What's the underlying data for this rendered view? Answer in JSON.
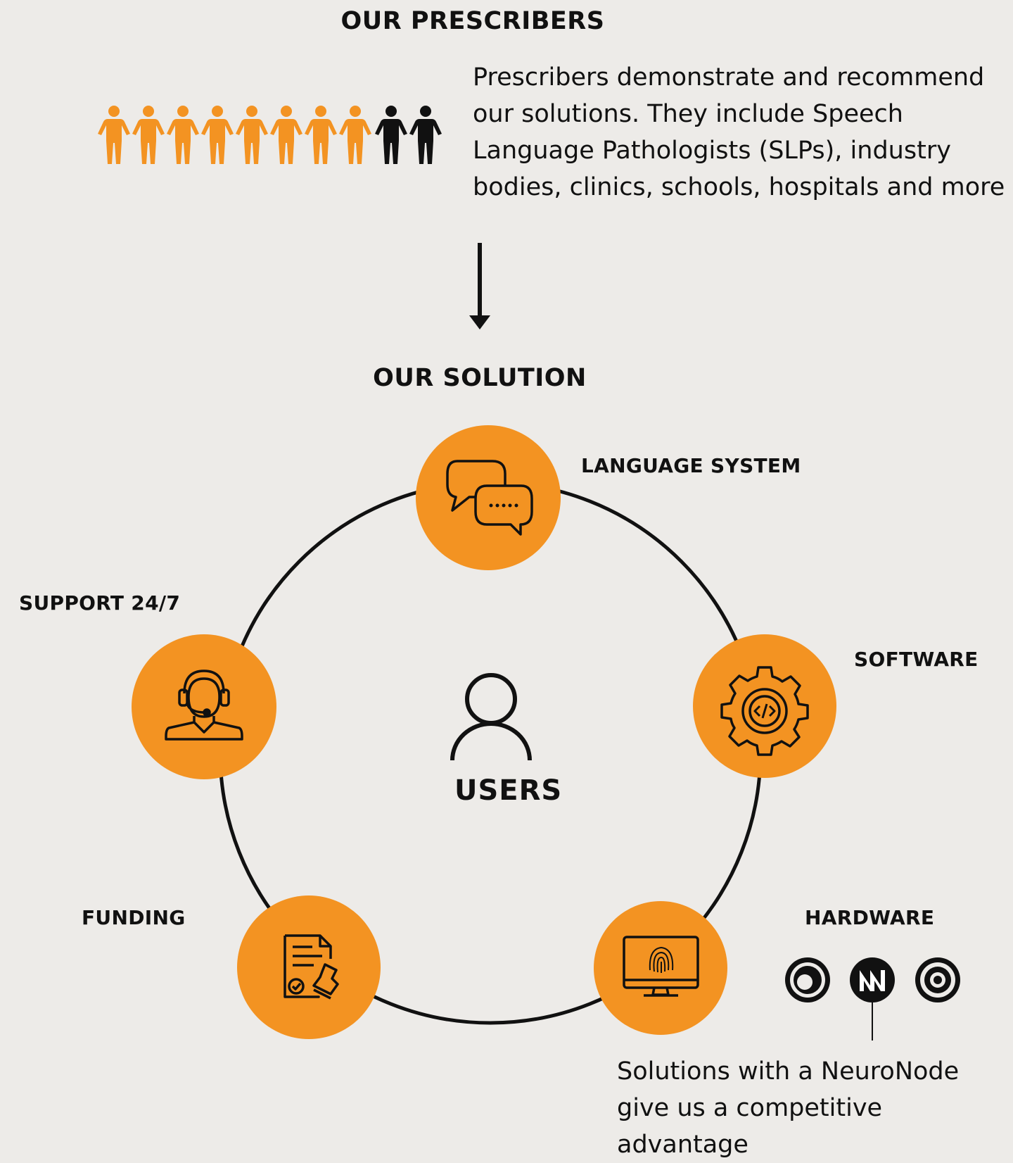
{
  "prescribers": {
    "title": "OUR PRESCRIBERS",
    "description": "Prescribers demonstrate and recommend our solutions. They include Speech Language Pathologists (SLPs), industry bodies, clinics, schools, hospitals and more",
    "people": {
      "total": 10,
      "highlighted": 8,
      "highlight_color": "#f39322",
      "other_color": "#111111"
    }
  },
  "solution": {
    "title": "OUR SOLUTION",
    "center_label": "USERS",
    "center_icon": "user-icon",
    "nodes": [
      {
        "id": "language-system",
        "label": "LANGUAGE SYSTEM",
        "icon": "speech-bubbles-icon"
      },
      {
        "id": "software",
        "label": "SOFTWARE",
        "icon": "code-gear-icon"
      },
      {
        "id": "hardware",
        "label": "HARDWARE",
        "icon": "fingerprint-monitor-icon"
      },
      {
        "id": "funding",
        "label": "FUNDING",
        "icon": "approved-document-stamp-icon"
      },
      {
        "id": "support",
        "label": "SUPPORT 24/7",
        "icon": "headset-agent-icon"
      }
    ]
  },
  "hardware_devices": [
    "eye-gaze-logo-icon",
    "neuronode-logo-icon",
    "switch-logo-icon"
  ],
  "neuronode_note": "Solutions with a NeuroNode give us a competitive advantage",
  "colors": {
    "accent": "#f39322",
    "background": "#edebe8",
    "ink": "#111111"
  }
}
